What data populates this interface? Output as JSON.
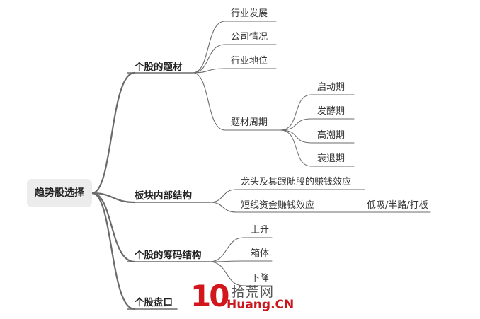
{
  "mindmap": {
    "root": "趋势股选择",
    "branches": {
      "theme": {
        "label": "个股的题材",
        "children": [
          "行业发展",
          "公司情况",
          "行业地位"
        ],
        "cycle": {
          "label": "题材周期",
          "children": [
            "启动期",
            "发酵期",
            "高潮期",
            "衰退期"
          ]
        }
      },
      "sector": {
        "label": "板块内部结构",
        "children": [
          "龙头及其跟随股的赚钱效应",
          "短线资金赚钱效应"
        ],
        "sub": "低吸/半路/打板"
      },
      "chips": {
        "label": "个股的筹码结构",
        "children": [
          "上升",
          "箱体",
          "下降"
        ]
      },
      "tape": {
        "label": "个股盘口"
      }
    }
  },
  "watermark": {
    "number": "10",
    "name": "拾荒网",
    "domain": "Huang.CN"
  },
  "colors": {
    "line": "#6b6b6b",
    "accent": "#d3161c"
  }
}
